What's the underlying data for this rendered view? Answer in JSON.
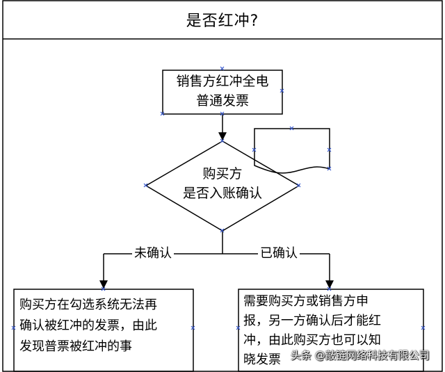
{
  "diagram": {
    "title": "是否红冲?",
    "start_box": [
      "销售方红冲全电",
      "普通发票"
    ],
    "decision": [
      "购买方",
      "是否入账确认"
    ],
    "branch_left_label": "未确认",
    "branch_right_label": "已确认",
    "left_result": [
      "购买方在勾选系统无法再",
      "确认被红冲的发票，由此",
      "发现普票被红冲的事"
    ],
    "right_result": [
      "需要购买方或销售方申",
      "报，另一方确认后才能红",
      "冲，由此购买方也可以知",
      "晓发票"
    ]
  },
  "watermark": "头条 @敲链网络科技有限公司",
  "colors": {
    "line": "#000000",
    "node_marker": "#3355cc",
    "background": "#ffffff"
  }
}
